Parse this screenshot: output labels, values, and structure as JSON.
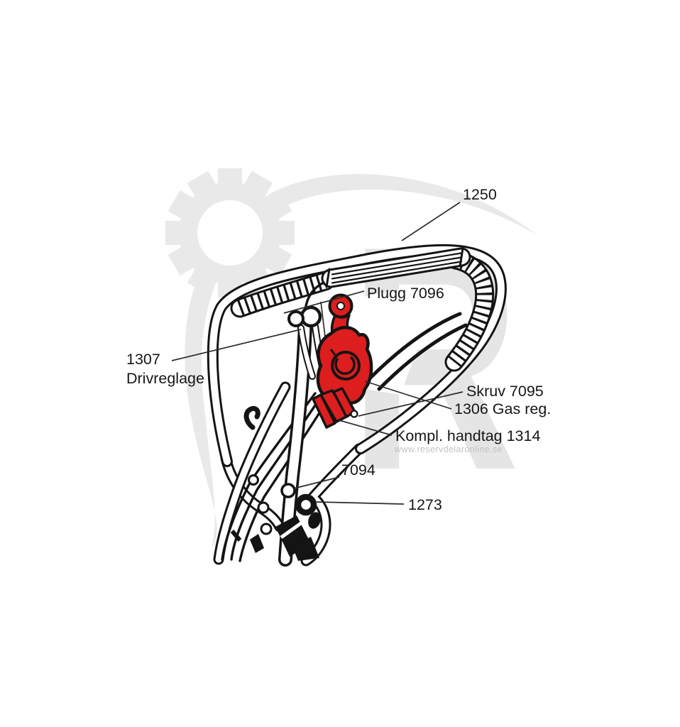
{
  "page": {
    "background": "#ffffff"
  },
  "colors": {
    "highlight_red": "#dd1e1e",
    "line_black": "#141414",
    "watermark_gray": "#e9e9e9",
    "url_text_gray": "#bfc3c7"
  },
  "watermark": {
    "logo_letter": "R",
    "url_text": "www.reservdelaronline.se"
  },
  "labels": {
    "handlebar": "1250",
    "plug": "Plugg 7096",
    "drive_control_number": "1307",
    "drive_control_name": "Drivreglage",
    "screw": "Skruv 7095",
    "gas_regulator": "1306 Gas reg.",
    "complete_handle": "Kompl. handtag 1314",
    "cable_clip": "7094",
    "clamp": "1273"
  }
}
